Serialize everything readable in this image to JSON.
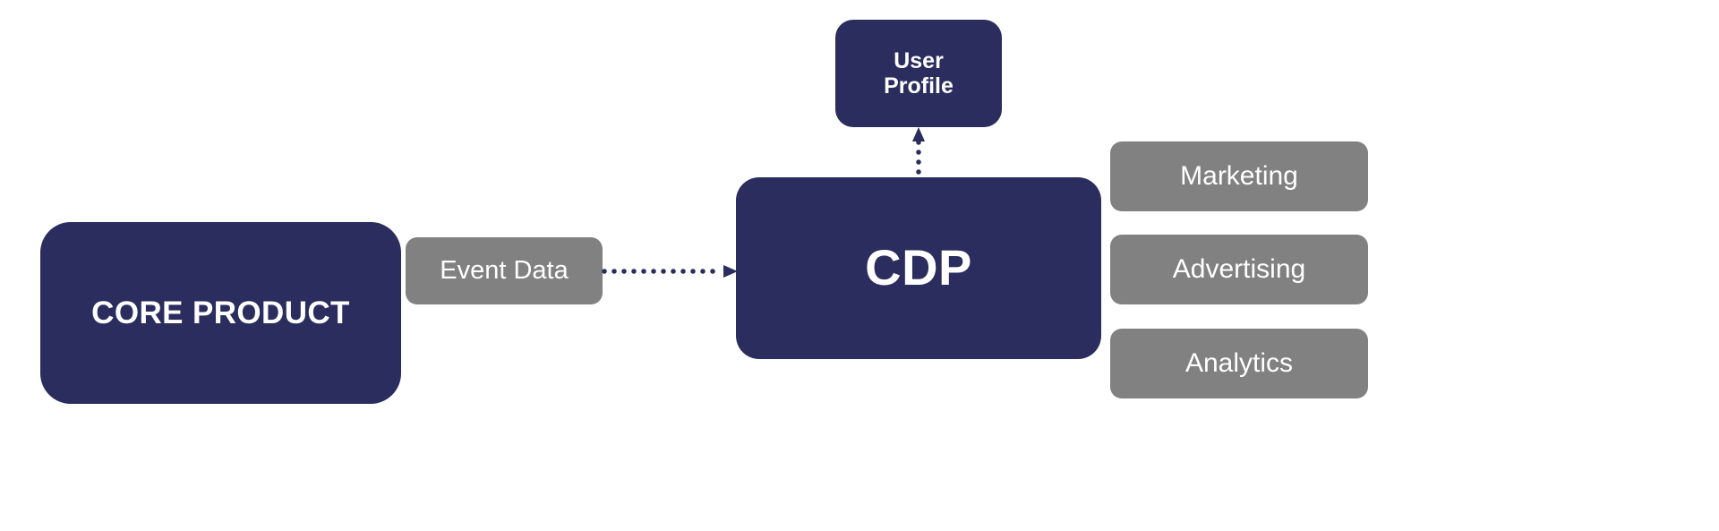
{
  "diagram": {
    "title": "CDP data flow diagram",
    "background_color": "#ffffff",
    "colors": {
      "primary_navy": "#2a2d5e",
      "secondary_gray": "#818181",
      "label_text": "#ffffff",
      "connector": "#2a2d5e"
    },
    "nodes": {
      "core_product": {
        "label": "CORE PRODUCT",
        "fill": "#2a2d5e",
        "shape": "rounded-rectangle"
      },
      "event_data": {
        "label": "Event Data",
        "fill": "#818181",
        "shape": "rounded-rectangle"
      },
      "cdp": {
        "label": "CDP",
        "fill": "#2a2d5e",
        "shape": "rounded-rectangle"
      },
      "user_profile": {
        "label": "User Profile",
        "line1": "User",
        "line2": "Profile",
        "fill": "#2a2d5e",
        "shape": "rounded-rectangle"
      }
    },
    "destinations": [
      {
        "label": "Marketing",
        "fill": "#818181"
      },
      {
        "label": "Advertising",
        "fill": "#818181"
      },
      {
        "label": "Analytics",
        "fill": "#818181"
      }
    ],
    "connectors": [
      {
        "name": "core-product-to-cdp",
        "from": "Event Data",
        "to": "CDP",
        "style": "dotted",
        "direction": "right",
        "arrowhead": "filled-triangle"
      },
      {
        "name": "cdp-to-user-profile",
        "from": "CDP",
        "to": "User Profile",
        "style": "dotted",
        "direction": "up",
        "arrowhead": "filled-triangle"
      }
    ]
  }
}
